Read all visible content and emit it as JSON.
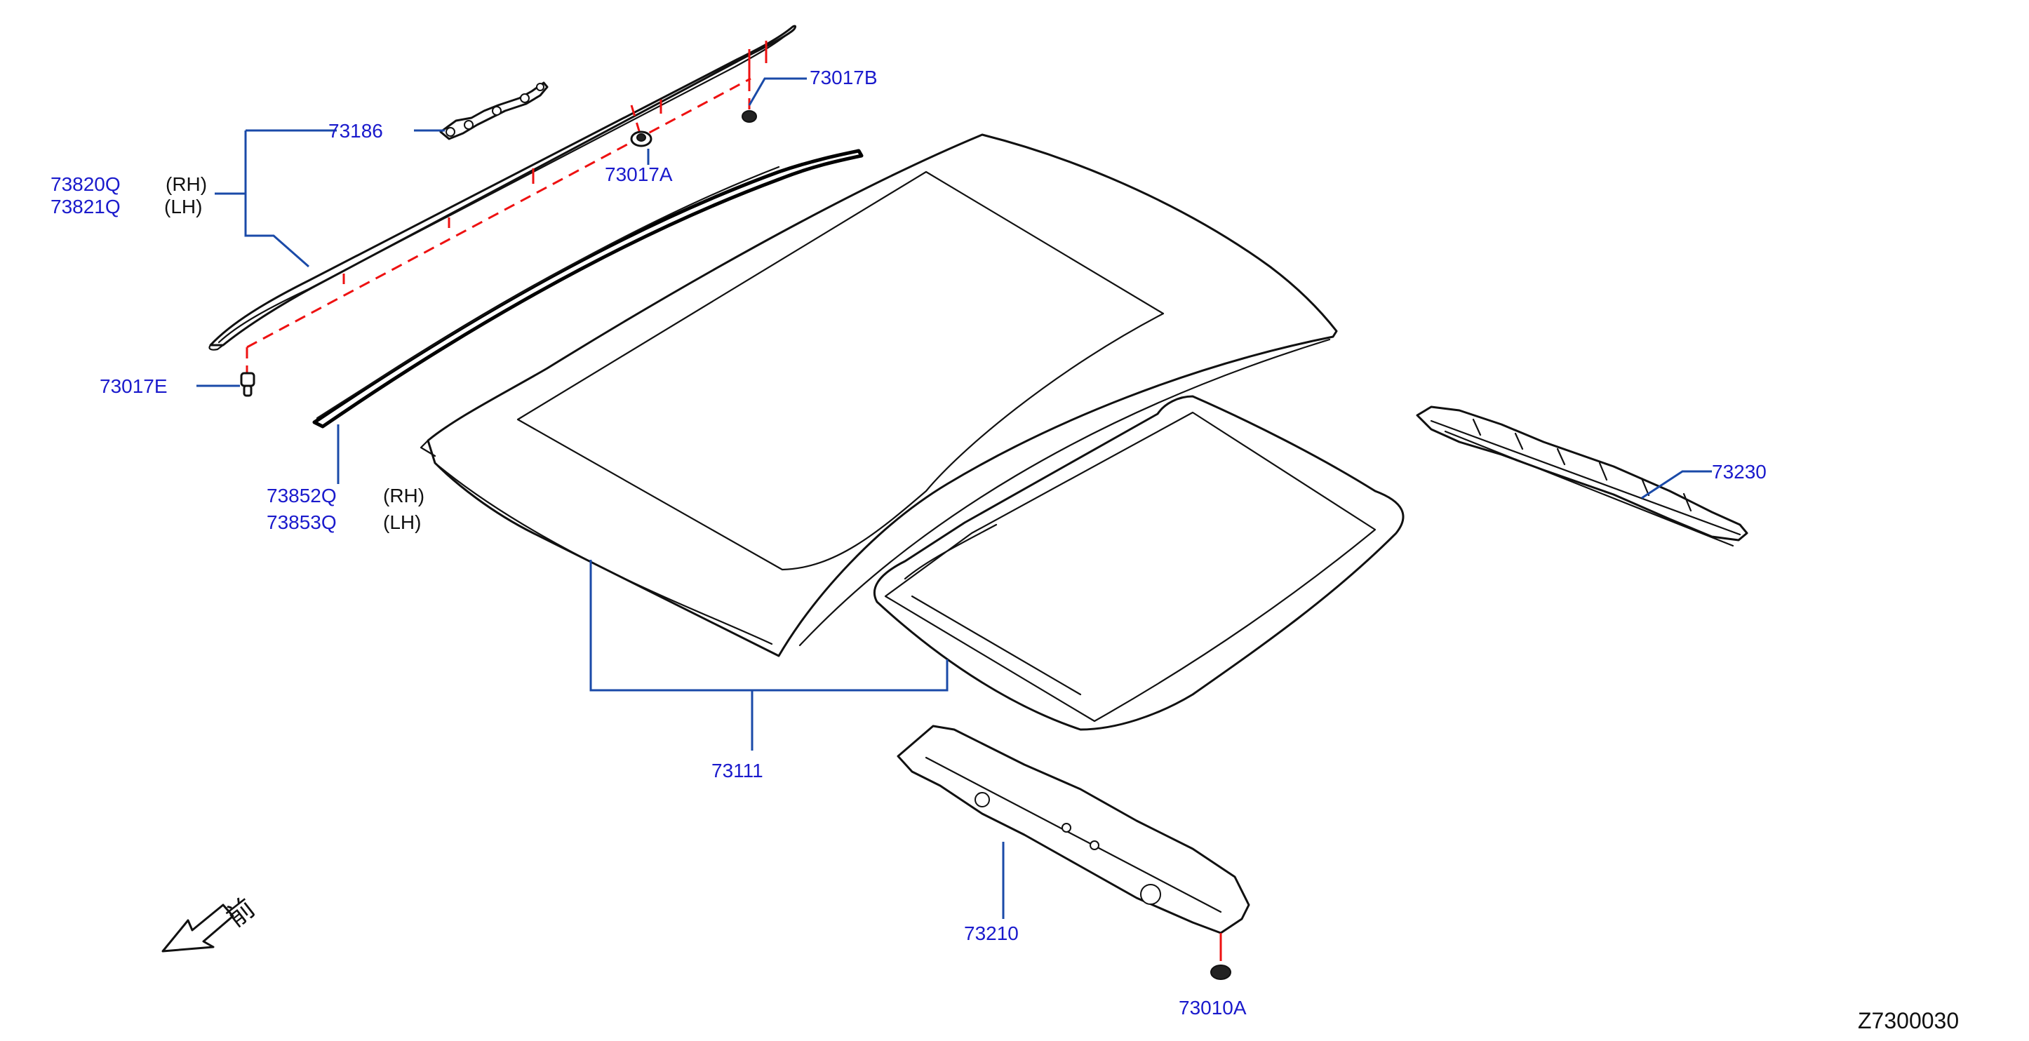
{
  "labels": {
    "p73186": "73186",
    "p73820q": "73820Q",
    "p73821q": "73821Q",
    "rh1": "(RH)",
    "lh1": "(LH)",
    "p73017e": "73017E",
    "p73017a": "73017A",
    "p73017b": "73017B",
    "p73852q": "73852Q",
    "p73853q": "73853Q",
    "rh2": "(RH)",
    "lh2": "(LH)",
    "p73111": "73111",
    "p73230": "73230",
    "p73210": "73210",
    "p73010a": "73010A",
    "front": "前"
  },
  "diagram_code": "Z7300030",
  "colors": {
    "part_number": "#1a1acc",
    "leader_line": "#1a4aa8",
    "fastener_path": "#ee1111",
    "outline": "#111111"
  },
  "icons": [
    "front-direction-arrow-icon"
  ]
}
